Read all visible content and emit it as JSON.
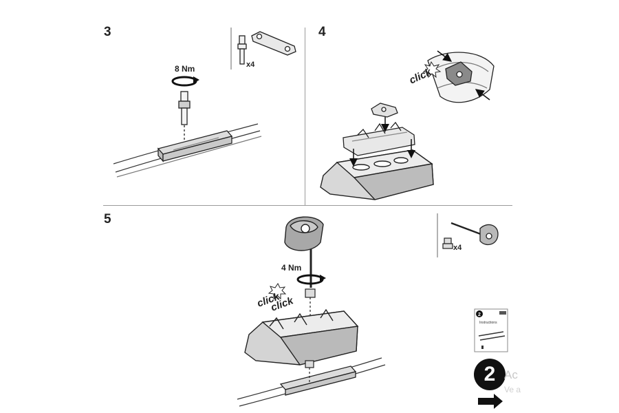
{
  "steps": [
    {
      "number": "3",
      "torque": "8 Nm",
      "parts_qty": "x4"
    },
    {
      "number": "4",
      "click": "click"
    },
    {
      "number": "5",
      "torque": "4 Nm",
      "parts_qty": "x4",
      "click1": "click",
      "click2": "click"
    }
  ],
  "reference_booklet": {
    "badge": "2",
    "heading": "Instructions"
  },
  "next_section": {
    "badge": "2",
    "title": "Ac",
    "subtitle": "Ve a",
    "arrow_icon": "right-arrow-icon"
  }
}
